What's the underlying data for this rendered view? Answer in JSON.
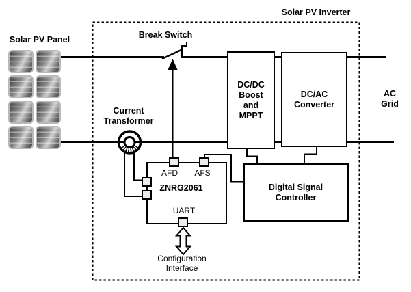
{
  "title": "Solar PV Inverter",
  "panel": {
    "label": "Solar PV Panel"
  },
  "switch": {
    "label": "Break Switch"
  },
  "transformer": {
    "label_line1": "Current",
    "label_line2": "Transformer"
  },
  "grid": {
    "label_line1": "AC",
    "label_line2": "Grid"
  },
  "blocks": {
    "dcdc": {
      "lines": [
        "DC/DC",
        "Boost",
        "and",
        "MPPT"
      ]
    },
    "dcac": {
      "lines": [
        "DC/AC",
        "Converter"
      ]
    },
    "dsc": {
      "lines": [
        "Digital Signal",
        "Controller"
      ]
    }
  },
  "chip": {
    "name": "ZNRG2061",
    "pins": {
      "afd": "AFD",
      "afs": "AFS",
      "uart": "UART"
    }
  },
  "config_interface": {
    "label_line1": "Configuration",
    "label_line2": "Interface"
  },
  "icons": {
    "uart_double_arrow": "vertical double-headed arrow",
    "afd_arrow": "up arrow to break switch"
  },
  "colors": {
    "line": "#000000",
    "pin_fill": "#ececec",
    "background": "#ffffff",
    "panel_cell_border": "#b9b9b9"
  }
}
